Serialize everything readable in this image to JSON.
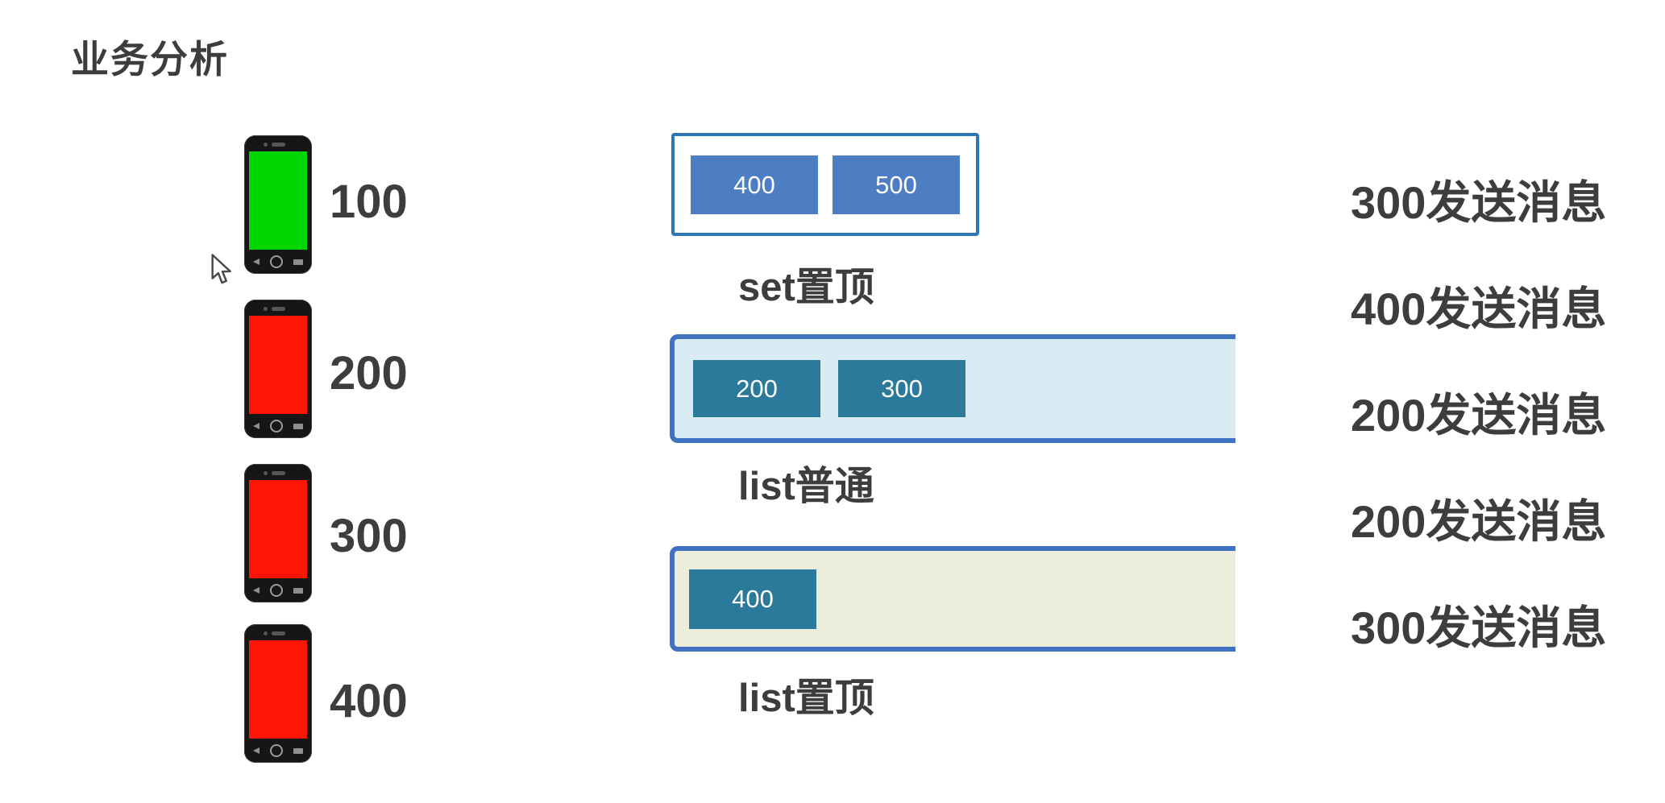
{
  "title": "业务分析",
  "phones": [
    {
      "label": "100",
      "screen_color": "#00d602"
    },
    {
      "label": "200",
      "screen_color": "#ff1505"
    },
    {
      "label": "300",
      "screen_color": "#ff1505"
    },
    {
      "label": "400",
      "screen_color": "#ff1505"
    }
  ],
  "groups": [
    {
      "label": "set置顶",
      "items": [
        "400",
        "500"
      ],
      "box_bg": "#ffffff",
      "box_border": "#2e75b6",
      "item_bg": "#4d7ec3"
    },
    {
      "label": "list普通",
      "items": [
        "200",
        "300"
      ],
      "box_bg": "#d9ebf3",
      "box_border": "#3f72c1",
      "item_bg": "#2b7a9c"
    },
    {
      "label": "list置顶",
      "items": [
        "400"
      ],
      "box_bg": "#ededdc",
      "box_border": "#3f72c1",
      "item_bg": "#2b7a9c"
    }
  ],
  "messages": [
    "300发送消息",
    "400发送消息",
    "200发送消息",
    "200发送消息",
    "300发送消息"
  ],
  "colors": {
    "text": "#3d3d3d",
    "canvas_bg": "#ffffff"
  }
}
